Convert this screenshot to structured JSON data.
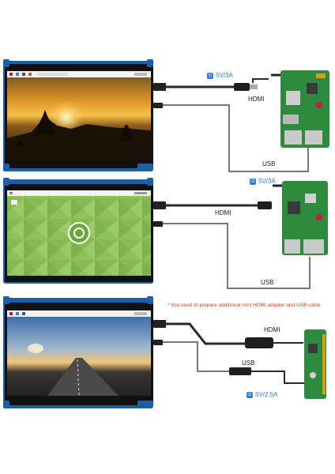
{
  "panels": [
    {
      "screen": "sunset-temples",
      "power_label": "5V/3A",
      "hdmi_label": "HDMI",
      "usb_label": "USB",
      "board": "raspberry-pi-4"
    },
    {
      "screen": "ubuntu-mate-desktop",
      "power_label": "5V/3A",
      "hdmi_label": "HDMI",
      "usb_label": "USB",
      "board": "raspberry-pi-3"
    },
    {
      "screen": "desert-road-sunset",
      "power_label": "5V/2.5A",
      "hdmi_label": "HDMI",
      "usb_label": "USB",
      "board": "raspberry-pi-zero",
      "note": "* You need to prepare additional mini HDMI adapter and USB cable"
    }
  ],
  "colors": {
    "power": "#2f7fd0",
    "note": "#e03a1e",
    "board_green": "#2e8b3e",
    "cable": "#2a2a2a"
  }
}
